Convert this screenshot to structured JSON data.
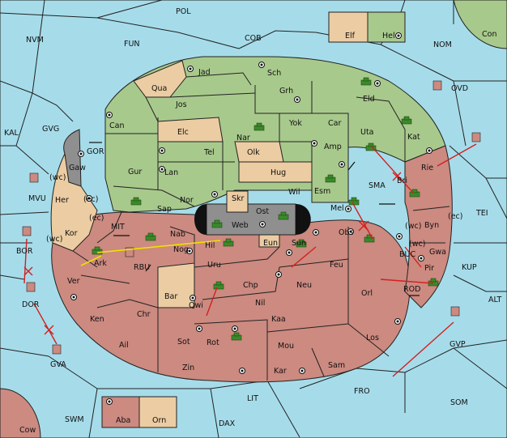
{
  "colors": {
    "sea": "#a6dcea",
    "green_power": "#a8c98c",
    "tan_power": "#eccca2",
    "red_power": "#cc8a80",
    "impassable": "#8f8f8f",
    "order_arrow": "#d32020",
    "support_line": "#f0e000"
  },
  "sea_labels": [
    "POL",
    "NVM",
    "FUN",
    "COB",
    "NOM",
    "OVD",
    "KAL",
    "GVG",
    "GOR",
    "MVU",
    "TEI",
    "SMA",
    "MIT",
    "BUC",
    "KUP",
    "ALT",
    "RBU",
    "ROD",
    "BOR",
    "DOR",
    "GVA",
    "GVP",
    "FRO",
    "SOM",
    "LIT",
    "SWM",
    "DAX",
    "Con",
    "Cow"
  ],
  "land_labels": [
    "Jad",
    "Sch",
    "Qua",
    "Jos",
    "Grh",
    "Eld",
    "Can",
    "Yok",
    "Car",
    "Uta",
    "Kat",
    "Elc",
    "Nar",
    "Amp",
    "Tel",
    "Olk",
    "Rie",
    "Gur",
    "Lan",
    "Hug",
    "Bri",
    "Esm",
    "Gaw",
    "Nor",
    "Wil",
    "Her",
    "Skr",
    "Ost",
    "Mel",
    "Sap",
    "Web",
    "Byn",
    "Kor",
    "Nab",
    "Obs",
    "Eun",
    "Hil",
    "Sun",
    "Gwa",
    "Ark",
    "Nog",
    "Uru",
    "Feu",
    "Pir",
    "Ver",
    "Bar",
    "Chp",
    "Neu",
    "Orl",
    "Qwi",
    "Nil",
    "Ken",
    "Chr",
    "Kaa",
    "Rot",
    "Ail",
    "Sot",
    "Mou",
    "Los",
    "Zin",
    "Kar",
    "Sam",
    "Elf",
    "Hel",
    "Aba",
    "Orn"
  ],
  "coast_labels": [
    "(wc)",
    "(ec)",
    "(ec)",
    "(wc)",
    "(wc)",
    "(ec)",
    "(wc)"
  ]
}
